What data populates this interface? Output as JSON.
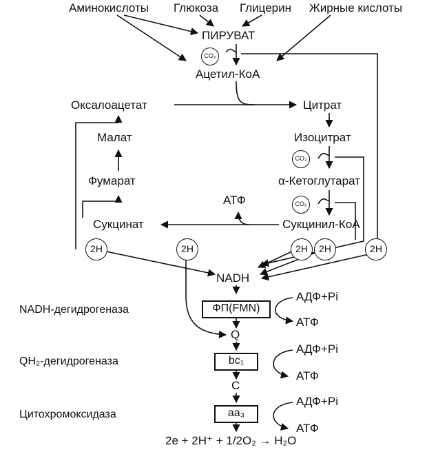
{
  "inputs": {
    "aminoacids": "Аминокислоты",
    "glucose": "Глюкоза",
    "glycerol": "Глицерин",
    "fatty_acids": "Жирные кислоты"
  },
  "cycle": {
    "pyruvate": "ПИРУВАТ",
    "acetyl_coa": "Ацетил-КоА",
    "oxaloacetate": "Оксалоацетат",
    "citrate": "Цитрат",
    "isocitrate": "Изоцитрат",
    "alpha_kg": "α-Кетоглутарат",
    "succinyl_coa": "Сукцинил-КоА",
    "succinate": "Сукцинат",
    "fumarate": "Фумарат",
    "malate": "Малат",
    "atp": "АТФ"
  },
  "co2_label": "CO₂",
  "h2_label": "2H",
  "chain": {
    "nadh": "NADH",
    "fp_box": "ФП(FMN)",
    "q": "Q",
    "bc1_box": "bc₁",
    "c": "C",
    "aa3_box": "aa₃",
    "final_equation": "2e + 2H⁺ + 1/2O₂ → H₂O"
  },
  "enzymes": {
    "nadh_dh": "NADH-дегидрогеназа",
    "qh2_dh": "QH₂-дегидрогеназа",
    "cytox": "Цитохромоксидаза"
  },
  "phosphorylation": {
    "adp_pi": "АДФ+Pi",
    "atp": "АТФ"
  }
}
